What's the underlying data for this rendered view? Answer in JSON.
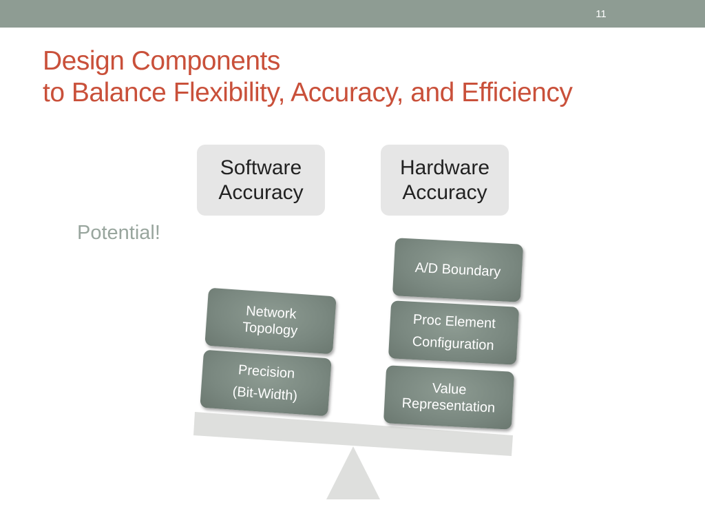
{
  "slide": {
    "number": "11",
    "title_line1": "Design Components",
    "title_line2": "to Balance Flexibility, Accuracy, and Efficiency"
  },
  "headers": {
    "software": {
      "line1": "Software",
      "line2": "Accuracy"
    },
    "hardware": {
      "line1": "Hardware",
      "line2": "Accuracy"
    }
  },
  "potential_label": "Potential!",
  "software_blocks": {
    "topology": {
      "line1": "Network",
      "line2": "Topology"
    },
    "precision": {
      "line1": "Precision",
      "line2": "(Bit-Width)"
    }
  },
  "hardware_blocks": {
    "ad_boundary": {
      "line1": "A/D Boundary"
    },
    "proc_element": {
      "line1": "Proc Element",
      "line2": "Configuration"
    },
    "value_repr": {
      "line1": "Value",
      "line2": "Representation"
    }
  },
  "colors": {
    "top_bar": "#8e9c93",
    "title": "#c9503a",
    "block": "#7a8880",
    "header_box": "#e6e6e6",
    "scale": "#dedfdd",
    "potential": "#98a59d"
  }
}
